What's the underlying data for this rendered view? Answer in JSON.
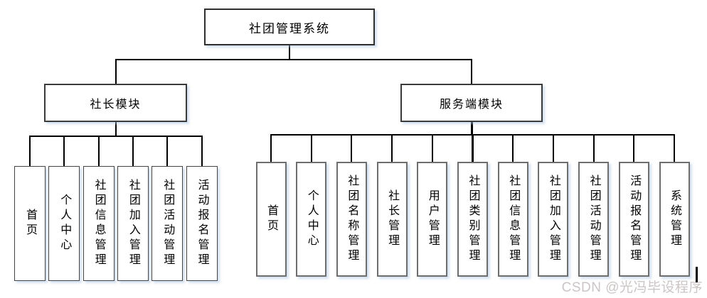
{
  "diagram": {
    "root_label": "社团管理系统",
    "branches": [
      {
        "label": "社长模块",
        "children": [
          "首页",
          "个人中心",
          "社团信息管理",
          "社团加入管理",
          "社团活动管理",
          "活动报名管理"
        ]
      },
      {
        "label": "服务端模块",
        "children": [
          "首页",
          "个人中心",
          "社团名称管理",
          "社长管理",
          "用户管理",
          "社团类别管理",
          "社团信息管理",
          "社团加入管理",
          "社团活动管理",
          "活动报名管理",
          "系统管理"
        ]
      }
    ]
  },
  "watermark": {
    "text": "CSDN @光冯毕设程序"
  },
  "colors": {
    "line": "#000000",
    "box_background": "#ffffff",
    "border_dark": "#2f2f2f",
    "border_gray": "#6e6e6e",
    "shadow": "rgba(170,195,225,0.5)",
    "watermark_text": "#ccc5c5",
    "text": "#000000"
  }
}
